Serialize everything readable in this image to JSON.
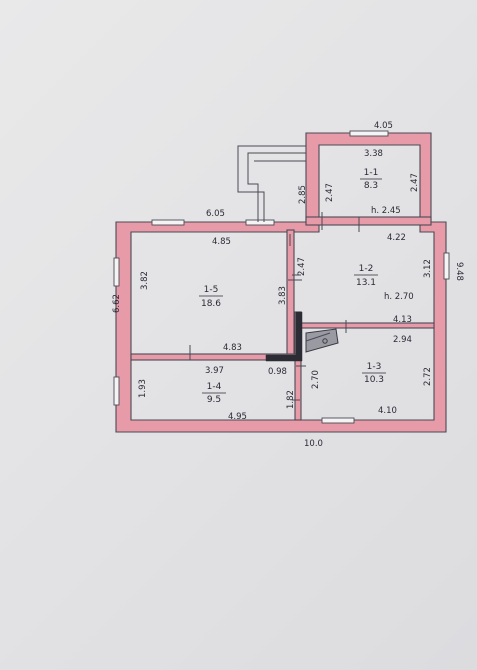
{
  "rooms": [
    {
      "id": "1-1",
      "area": "8.3"
    },
    {
      "id": "1-2",
      "area": "13.1"
    },
    {
      "id": "1-3",
      "area": "10.3"
    },
    {
      "id": "1-4",
      "area": "9.5"
    },
    {
      "id": "1-5",
      "area": "18.6"
    }
  ],
  "heights": {
    "h1": "h. 2.45",
    "h2": "h. 2.70"
  },
  "dims": {
    "top_405": "4.05",
    "top_338": "3.38",
    "d_285": "2.85",
    "d_247a": "2.47",
    "d_247b": "2.47",
    "d_605": "6.05",
    "d_485": "4.85",
    "d_422": "4.22",
    "d_382": "3.82",
    "d_247c": "2.47",
    "d_383": "3.83",
    "d_662": "6.62",
    "d_312": "3.12",
    "d_948": "9.48",
    "d_413": "4.13",
    "d_483": "4.83",
    "d_294": "2.94",
    "d_397": "3.97",
    "d_098": "0.98",
    "d_270": "2.70",
    "d_272": "2.72",
    "d_193": "1.93",
    "d_182": "1.82",
    "d_495": "4.95",
    "d_410": "4.10",
    "d_100": "10.0"
  },
  "colors": {
    "wall": "#e79aa8",
    "line": "#4b4a55",
    "paper": "#e6e6e8"
  }
}
